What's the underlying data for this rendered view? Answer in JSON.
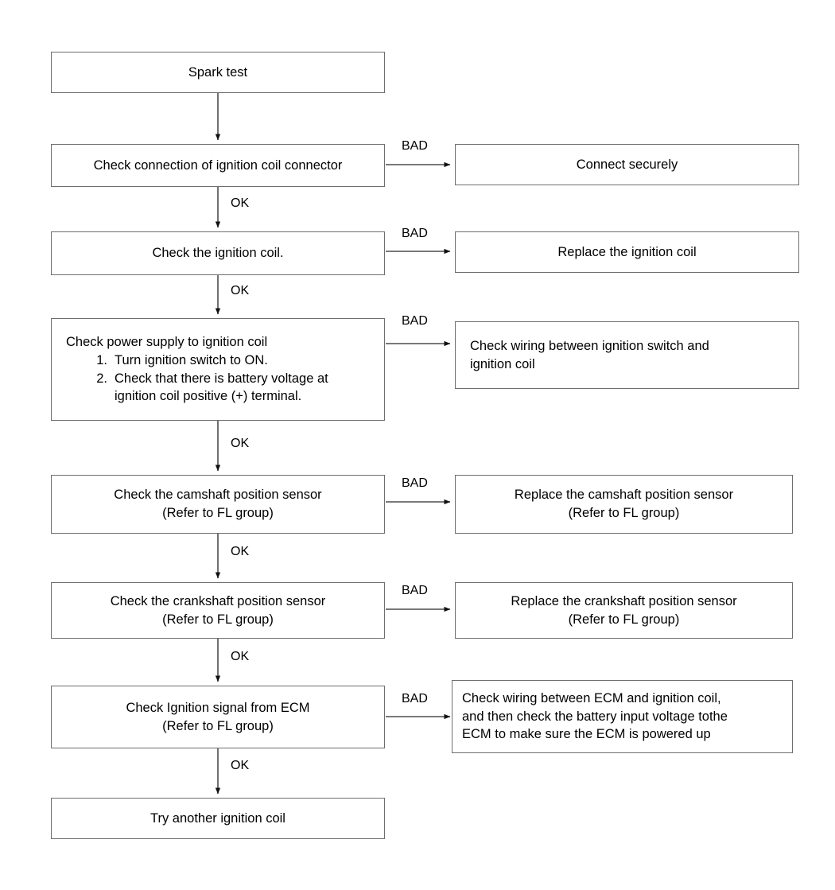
{
  "diagram": {
    "title": "Spark test / ignition coil diagnostic flowchart",
    "edge_labels": {
      "ok": "OK",
      "bad": "BAD"
    },
    "colors": {
      "border": "#6e6e6e",
      "connector": "#4d4d4d",
      "text": "#000000",
      "background": "#ffffff"
    },
    "nodes": {
      "start": {
        "text": "Spark test"
      },
      "check_connector": {
        "text": "Check connection of ignition coil connector"
      },
      "connect_securely": {
        "text": "Connect securely"
      },
      "check_coil": {
        "text": "Check the ignition coil."
      },
      "replace_coil": {
        "text": "Replace the ignition coil"
      },
      "check_power_supply": {
        "heading": "Check power supply to ignition coil",
        "steps": [
          {
            "num": "1.",
            "text": "Turn ignition switch to ON."
          },
          {
            "num": "2.",
            "text": "Check that there is battery voltage at\nignition coil positive (+) terminal."
          }
        ]
      },
      "check_wiring_switch": {
        "line1": "Check wiring between ignition switch and",
        "line2": "ignition coil"
      },
      "check_cmp": {
        "line1": "Check the camshaft position sensor",
        "line2": "(Refer to FL group)"
      },
      "replace_cmp": {
        "line1": "Replace the camshaft position sensor",
        "line2": "(Refer to FL group)"
      },
      "check_ckp": {
        "line1": "Check the crankshaft position sensor",
        "line2": "(Refer to FL group)"
      },
      "replace_ckp": {
        "line1": "Replace the crankshaft position sensor",
        "line2": "(Refer to FL group)"
      },
      "check_ecm_signal": {
        "line1": "Check Ignition signal from ECM",
        "line2": "(Refer to FL group)"
      },
      "check_ecm_wiring": {
        "line1": "Check wiring between ECM and ignition coil,",
        "line2": "and then check the battery input voltage tothe",
        "line3": "ECM to make sure the ECM is powered up"
      },
      "try_another_coil": {
        "text": "Try another ignition coil"
      }
    },
    "ok_labels": [
      "OK",
      "OK",
      "OK",
      "OK",
      "OK",
      "OK"
    ],
    "bad_labels": [
      "BAD",
      "BAD",
      "BAD",
      "BAD",
      "BAD",
      "BAD"
    ]
  }
}
